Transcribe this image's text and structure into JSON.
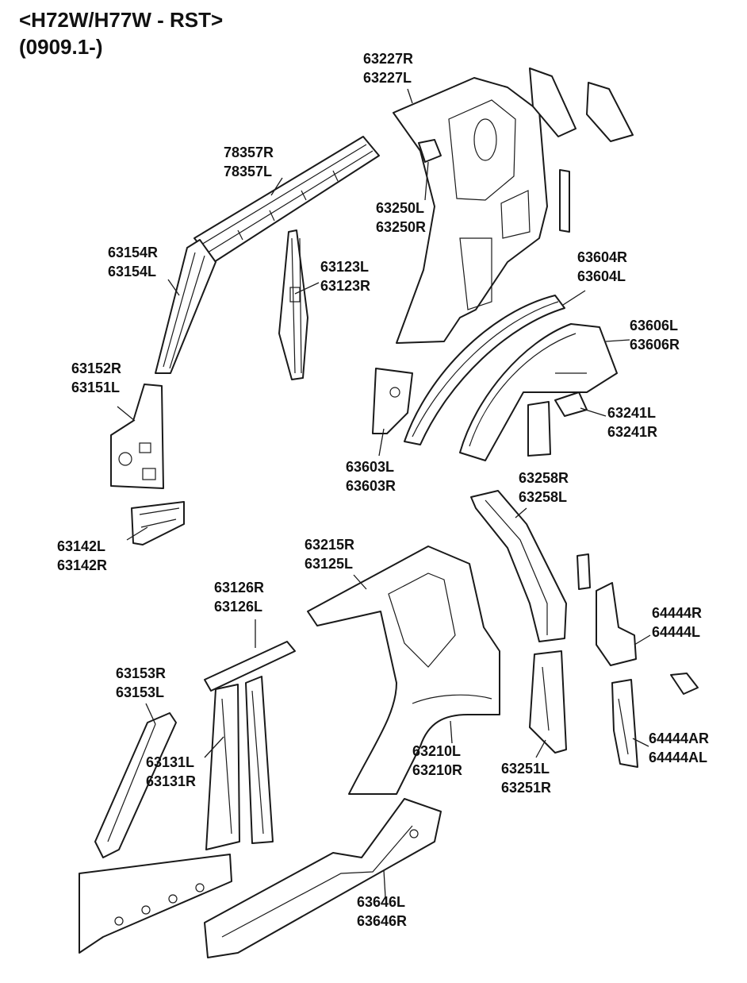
{
  "header": {
    "model": "<H72W/H77W - RST>",
    "date_range": "(0909.1-)"
  },
  "parts": [
    {
      "id": "p1",
      "lines": [
        "78357R",
        "78357L"
      ]
    },
    {
      "id": "p2",
      "lines": [
        "63154R",
        "63154L"
      ]
    },
    {
      "id": "p3",
      "lines": [
        "63123L",
        "63123R"
      ]
    },
    {
      "id": "p4",
      "lines": [
        "63152R",
        "63151L"
      ]
    },
    {
      "id": "p5",
      "lines": [
        "63142L",
        "63142R"
      ]
    },
    {
      "id": "p6",
      "lines": [
        "63227R",
        "63227L"
      ]
    },
    {
      "id": "p7",
      "lines": [
        "63250L",
        "63250R"
      ]
    },
    {
      "id": "p8",
      "lines": [
        "63604R",
        "63604L"
      ]
    },
    {
      "id": "p9",
      "lines": [
        "63606L",
        "63606R"
      ]
    },
    {
      "id": "p10",
      "lines": [
        "63241L",
        "63241R"
      ]
    },
    {
      "id": "p11",
      "lines": [
        "63603L",
        "63603R"
      ]
    },
    {
      "id": "p12",
      "lines": [
        "63258R",
        "63258L"
      ]
    },
    {
      "id": "p13",
      "lines": [
        "63215R",
        "63125L"
      ]
    },
    {
      "id": "p14",
      "lines": [
        "63126R",
        "63126L"
      ]
    },
    {
      "id": "p15",
      "lines": [
        "63153R",
        "63153L"
      ]
    },
    {
      "id": "p16",
      "lines": [
        "63131L",
        "63131R"
      ]
    },
    {
      "id": "p17",
      "lines": [
        "63210L",
        "63210R"
      ]
    },
    {
      "id": "p18",
      "lines": [
        "63251L",
        "63251R"
      ]
    },
    {
      "id": "p19",
      "lines": [
        "64444R",
        "64444L"
      ]
    },
    {
      "id": "p20",
      "lines": [
        "64444AR",
        "64444AL"
      ]
    },
    {
      "id": "p21",
      "lines": [
        "63646L",
        "63646R"
      ]
    }
  ]
}
